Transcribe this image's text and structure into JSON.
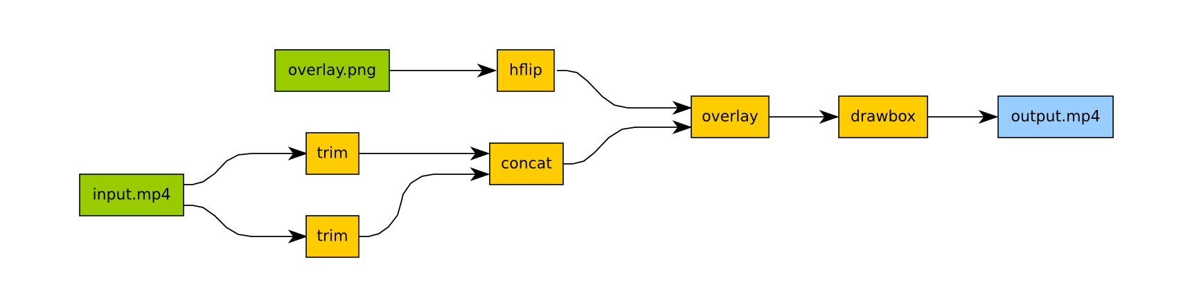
{
  "colors": {
    "input": "#99cc00",
    "filter": "#ffcc00",
    "output": "#99ccff",
    "line": "#000000"
  },
  "nodes": {
    "overlay_png": {
      "label": "overlay.png",
      "kind": "input"
    },
    "hflip": {
      "label": "hflip",
      "kind": "filter"
    },
    "input_mp4": {
      "label": "input.mp4",
      "kind": "input"
    },
    "trim_top": {
      "label": "trim",
      "kind": "filter"
    },
    "trim_bottom": {
      "label": "trim",
      "kind": "filter"
    },
    "concat": {
      "label": "concat",
      "kind": "filter"
    },
    "overlay": {
      "label": "overlay",
      "kind": "filter"
    },
    "drawbox": {
      "label": "drawbox",
      "kind": "filter"
    },
    "output_mp4": {
      "label": "output.mp4",
      "kind": "output"
    }
  },
  "edges": [
    {
      "from": "overlay_png",
      "to": "hflip"
    },
    {
      "from": "hflip",
      "to": "overlay"
    },
    {
      "from": "input_mp4",
      "to": "trim_top"
    },
    {
      "from": "input_mp4",
      "to": "trim_bottom"
    },
    {
      "from": "trim_top",
      "to": "concat"
    },
    {
      "from": "trim_bottom",
      "to": "concat"
    },
    {
      "from": "concat",
      "to": "overlay"
    },
    {
      "from": "overlay",
      "to": "drawbox"
    },
    {
      "from": "drawbox",
      "to": "output_mp4"
    }
  ]
}
